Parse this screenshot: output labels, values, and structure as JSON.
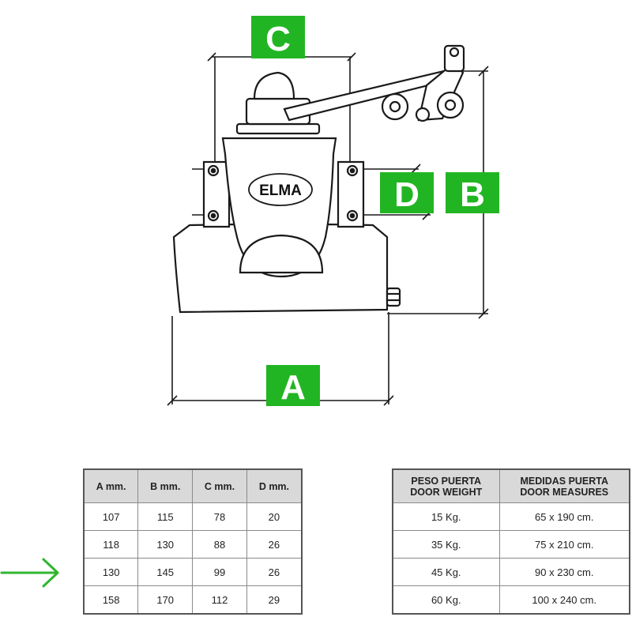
{
  "diagram": {
    "logo_text": "ELMA",
    "labels": {
      "a": "A",
      "b": "B",
      "c": "C",
      "d": "D"
    },
    "colors": {
      "tag_green": "#22b523",
      "line": "#1a1a1a"
    }
  },
  "dimensions_table": {
    "headers": [
      "A mm.",
      "B mm.",
      "C mm.",
      "D mm."
    ],
    "rows": [
      [
        "107",
        "115",
        "78",
        "20"
      ],
      [
        "118",
        "130",
        "88",
        "26"
      ],
      [
        "130",
        "145",
        "99",
        "26"
      ],
      [
        "158",
        "170",
        "112",
        "29"
      ]
    ],
    "highlighted_row": 2
  },
  "door_table": {
    "headers": [
      {
        "es": "PESO PUERTA",
        "en": "DOOR WEIGHT"
      },
      {
        "es": "MEDIDAS PUERTA",
        "en": "DOOR MEASURES"
      }
    ],
    "rows": [
      [
        "15 Kg.",
        "65 x 190 cm."
      ],
      [
        "35 Kg.",
        "75 x 210 cm."
      ],
      [
        "45 Kg.",
        "90 x 230 cm."
      ],
      [
        "60 Kg.",
        "100 x 240 cm."
      ]
    ]
  },
  "indicator": {
    "icon": "arrow-right-icon",
    "color": "#2fb52f"
  }
}
